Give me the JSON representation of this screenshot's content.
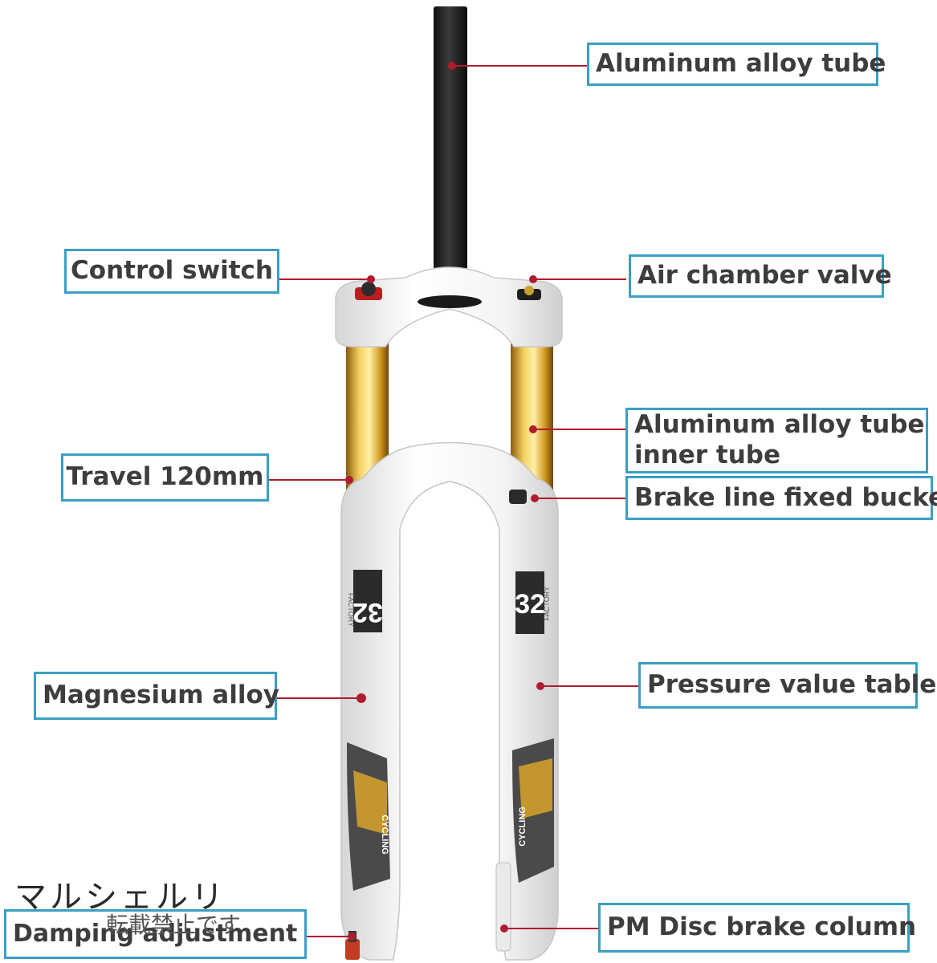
{
  "callouts": {
    "stanchion_top": "Aluminum alloy tube",
    "control_switch": "Control switch",
    "air_valve": "Air chamber valve",
    "inner_tube": [
      "Aluminum alloy tube",
      "inner tube"
    ],
    "travel": "Travel 120mm",
    "brake_buckle": "Brake line fixed bucke",
    "magnesium": "Magnesium alloy",
    "pressure_table": "Pressure value table",
    "disc_column": "PM Disc brake column",
    "damping": "Damping adjustment"
  },
  "fork_graphics": {
    "left_leg_number": "32",
    "left_leg_text": "FACTORY",
    "right_leg_number": "32",
    "right_leg_text": "FACTORY",
    "left_decal_text": "CYCLING",
    "right_decal_text": "CYCLING"
  },
  "watermark": {
    "line1": "マルシェルリ",
    "line2": "転載禁止です"
  },
  "colors": {
    "callout_border": "#3a9fc4",
    "leader_line": "#b01c2e",
    "stanchion_gold": "#d4a52a",
    "fork_white": "#f4f4f4"
  }
}
